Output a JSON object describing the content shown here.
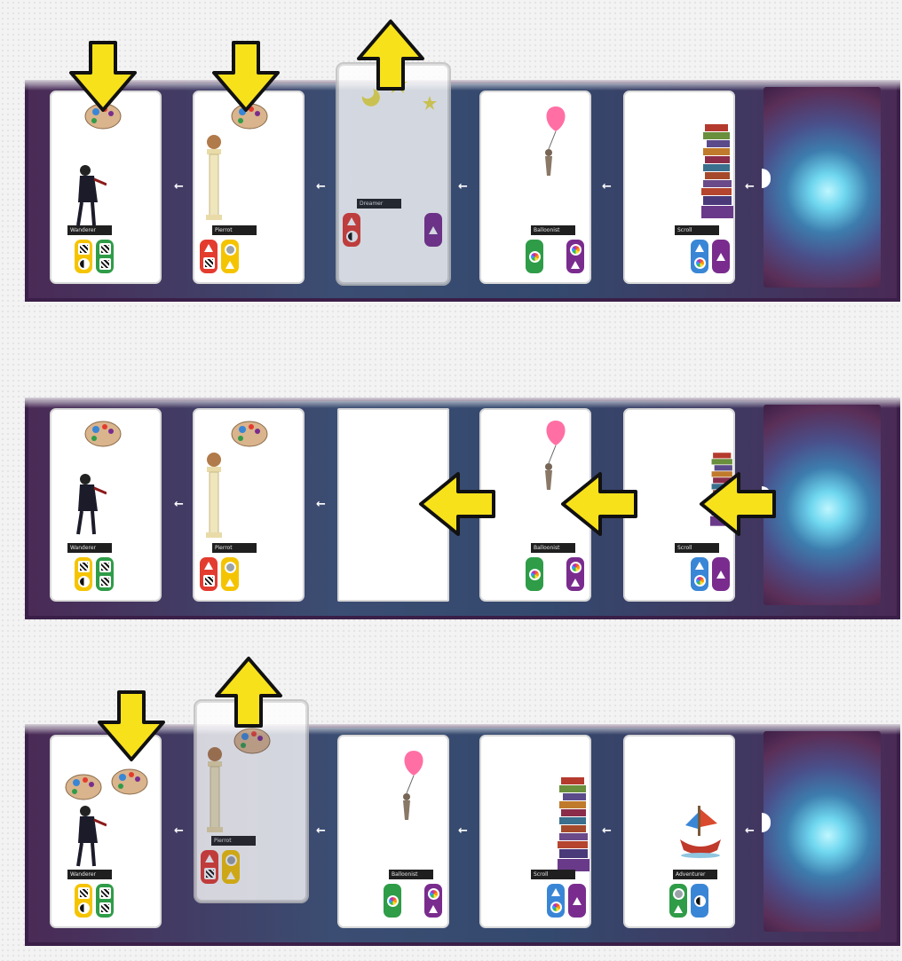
{
  "rows": [
    {
      "labels": [
        "Wanderer",
        "Pierrot",
        "Dreamer",
        "Balloonist",
        "Scroll"
      ],
      "nav_arrow": "←"
    },
    {
      "labels": [
        "Wanderer",
        "Pierrot",
        "Balloonist",
        "Scroll"
      ],
      "nav_arrow": "←"
    },
    {
      "labels": [
        "Wanderer",
        "Pierrot",
        "Balloonist",
        "Scroll",
        "Adventurer"
      ],
      "nav_arrow": "←"
    }
  ],
  "colors": {
    "highlight_arrow": "#f7e11b",
    "row_frame": "#3a1f48",
    "badge_yellow": "#f5c400",
    "badge_green": "#2f9c48",
    "badge_red": "#e43b2f",
    "badge_blue": "#3a86d6",
    "badge_purple": "#7a2c8e"
  },
  "icons": [
    "palette-icon",
    "wanderer-figure",
    "pillar-statue",
    "balloon-figure",
    "book-stack",
    "stars-moon",
    "ship-figure",
    "swirl-portal"
  ]
}
